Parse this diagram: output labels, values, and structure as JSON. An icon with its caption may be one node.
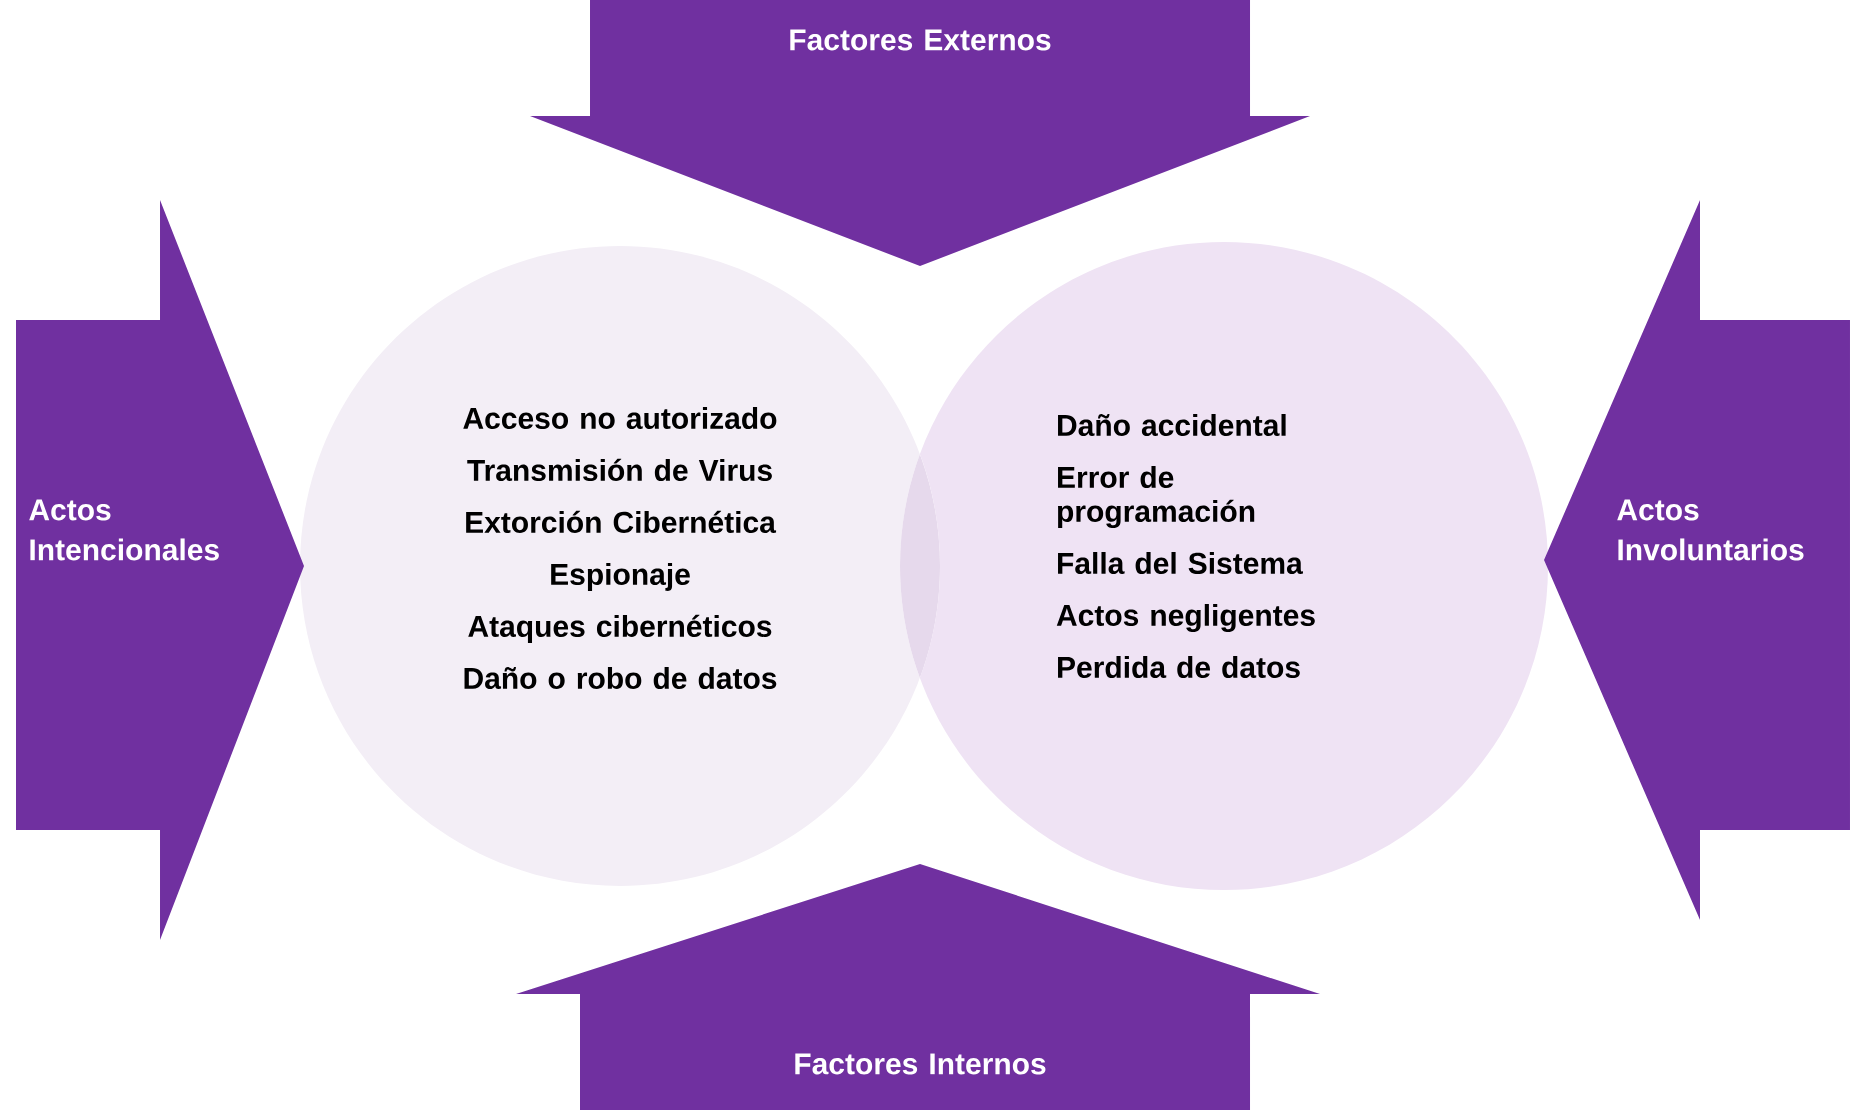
{
  "diagram": {
    "nodes": [
      {
        "text": [
          "Factores Externos"
        ]
      },
      {
        "text": [
          "Actos Intencionales"
        ]
      },
      {
        "text": [
          "Acceso no autorizado",
          "Transmisión de Virus",
          "Extorción Cibernética",
          "Espionaje",
          "Ataques cibernéticos",
          "Daño o robo de datos"
        ]
      },
      {
        "text": [
          "Daño accidental",
          "Error de programación",
          "Falla del Sistema",
          "Actos negligentes",
          "Perdida de datos"
        ]
      },
      {
        "text": [
          "Actos Involuntarios"
        ]
      },
      {
        "text": [
          "Factores Internos"
        ]
      }
    ],
    "edges": []
  }
}
